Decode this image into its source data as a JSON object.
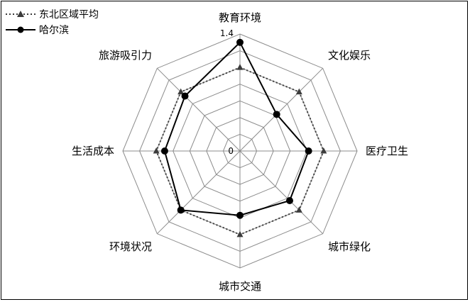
{
  "chart_data": {
    "type": "radar",
    "axes": [
      "教育环境",
      "文化娱乐",
      "医疗卫生",
      "城市绿化",
      "城市交通",
      "环境状况",
      "生活成本",
      "旅游吸引力"
    ],
    "range": [
      0,
      1.4
    ],
    "tick_labels": {
      "min": "0",
      "max": "1.4"
    },
    "grid_levels": [
      0.2,
      0.4,
      0.6,
      0.8,
      1.0,
      1.2,
      1.4
    ],
    "legend_position": "top-left",
    "series": [
      {
        "name": "东北区域平均",
        "values": [
          1.0,
          1.0,
          1.0,
          1.0,
          1.0,
          1.0,
          1.0,
          1.0
        ],
        "color": "#3c3c3c",
        "line_style": "dotted",
        "marker": "triangle"
      },
      {
        "name": "哈尔滨",
        "values": [
          1.3,
          0.62,
          0.82,
          0.84,
          0.77,
          1.0,
          0.9,
          0.93
        ],
        "color": "#000000",
        "line_style": "solid",
        "marker": "circle"
      }
    ]
  }
}
